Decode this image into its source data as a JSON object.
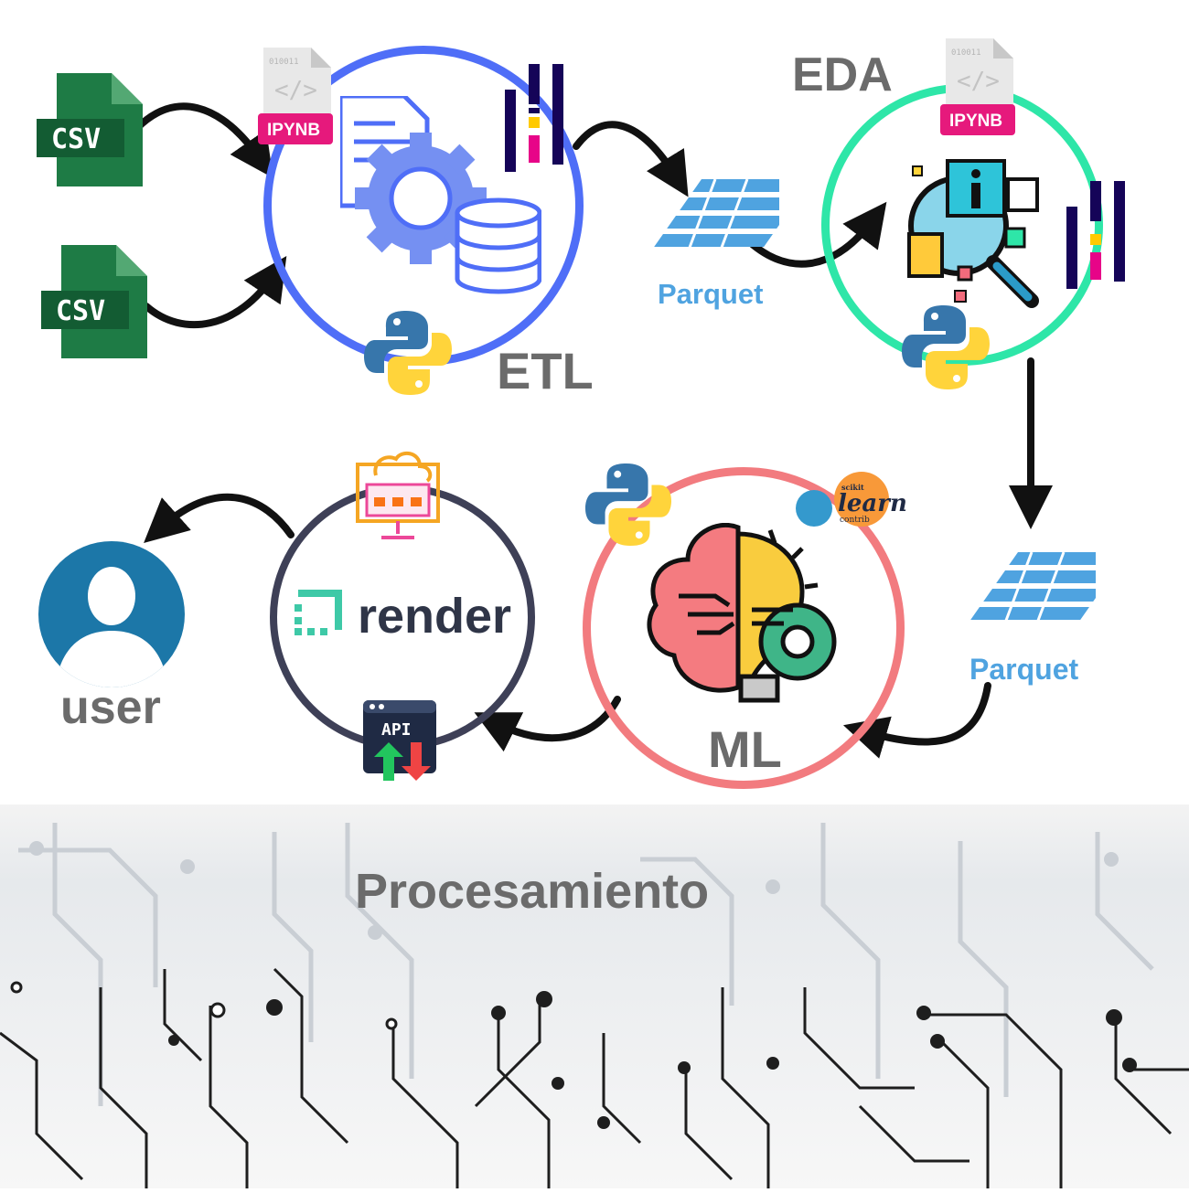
{
  "stages": {
    "etl": {
      "label": "ETL"
    },
    "eda": {
      "label": "EDA"
    },
    "ml": {
      "label": "ML"
    },
    "user": {
      "label": "user"
    }
  },
  "sources": {
    "csv1": "CSV",
    "csv2": "CSV"
  },
  "notebook_badges": {
    "etl": "IPYNB",
    "eda": "IPYNB",
    "binary_text": "010011"
  },
  "parquet": {
    "p1": "Parquet",
    "p2": "Parquet"
  },
  "deploy": {
    "render_label": "render",
    "api_label": "API"
  },
  "sklearn": {
    "top": "scikit",
    "main": "learn",
    "bottom": "contrib"
  },
  "footer": {
    "title": "Procesamiento"
  },
  "colors": {
    "etl_circle": "#4f6ef7",
    "eda_circle": "#2ee6a8",
    "ml_circle": "#f27b7f",
    "render_circle": "#3e4057",
    "label_gray": "#6b6b6b",
    "parquet_blue": "#4fa3e0",
    "csv_green": "#1e7b45"
  }
}
